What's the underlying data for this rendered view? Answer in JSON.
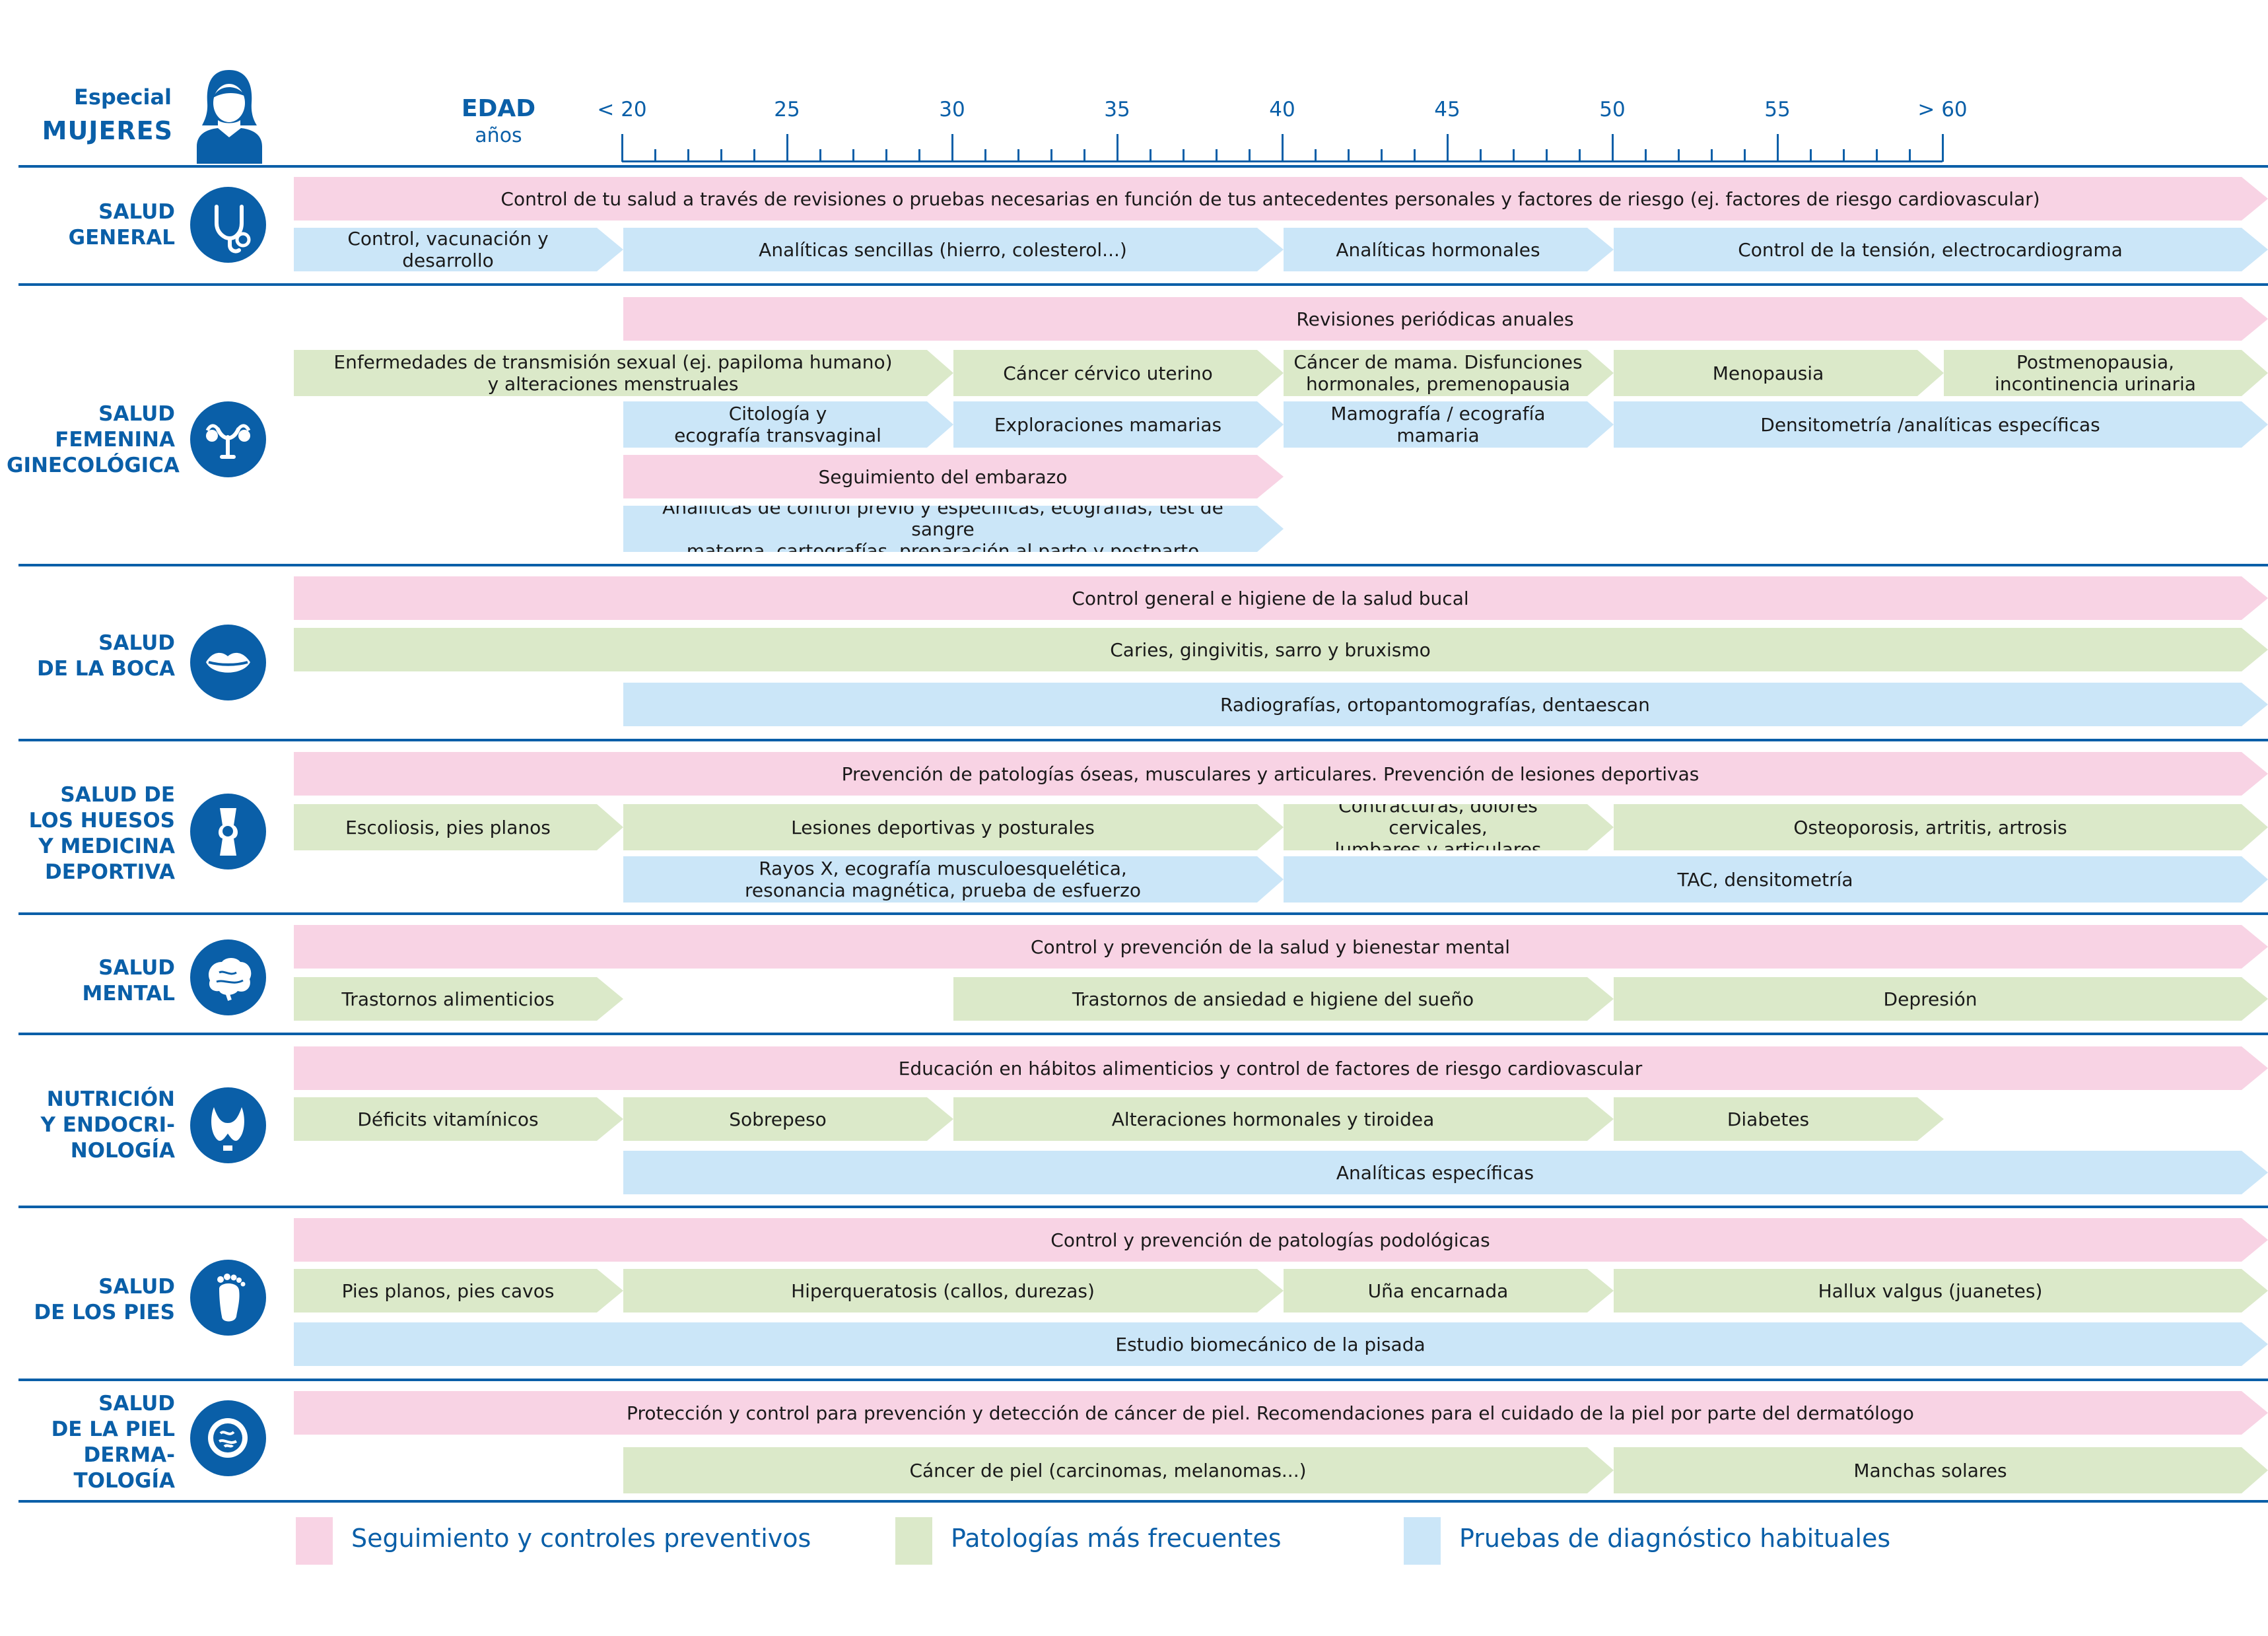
{
  "header": {
    "especial": "Especial",
    "mujeres": "MUJERES",
    "edad": "EDAD",
    "anos": "años",
    "woman_icon": "woman-avatar-icon",
    "ticks": [
      {
        "age": 20,
        "label": "< 20"
      },
      {
        "age": 25,
        "label": "25"
      },
      {
        "age": 30,
        "label": "30"
      },
      {
        "age": 35,
        "label": "35"
      },
      {
        "age": 40,
        "label": "40"
      },
      {
        "age": 45,
        "label": "45"
      },
      {
        "age": 50,
        "label": "50"
      },
      {
        "age": 55,
        "label": "55"
      },
      {
        "age": 60,
        "label": "> 60"
      }
    ]
  },
  "colors": {
    "pink": "#f8d3e4",
    "green": "#dbe9c9",
    "blue": "#cbe6f8",
    "accent": "#0a5fa8"
  },
  "legend": [
    {
      "color": "pink",
      "label": "Seguimiento y controles preventivos"
    },
    {
      "color": "green",
      "label": "Patologías más frecuentes"
    },
    {
      "color": "blue",
      "label": "Pruebas de diagnóstico habituales"
    }
  ],
  "sections": [
    {
      "id": "general",
      "label": "SALUD\nGENERAL",
      "icon": "stethoscope-icon",
      "rows": [
        [
          {
            "from": 15,
            "to": 75,
            "color": "pink",
            "text": "Control de tu salud a través de revisiones o pruebas necesarias en función de tus antecedentes personales y factores de riesgo (ej. factores de riesgo cardiovascular)"
          }
        ],
        [
          {
            "from": 15,
            "to": 20,
            "color": "blue",
            "text": "Control, vacunación y desarrollo"
          },
          {
            "from": 20,
            "to": 40,
            "color": "blue",
            "text": "Analíticas sencillas (hierro, colesterol...)"
          },
          {
            "from": 40,
            "to": 50,
            "color": "blue",
            "text": "Analíticas hormonales"
          },
          {
            "from": 50,
            "to": 75,
            "color": "blue",
            "text": "Control de la tensión, electrocardiograma"
          }
        ]
      ]
    },
    {
      "id": "femenina",
      "label": "SALUD\nFEMENINA\nGINECOLÓGICA",
      "icon": "uterus-icon",
      "rows": [
        [
          {
            "from": 20,
            "to": 75,
            "color": "pink",
            "text": "Revisiones periódicas anuales"
          }
        ],
        [
          {
            "from": 15,
            "to": 30,
            "color": "green",
            "text": "Enfermedades de transmisión sexual (ej. papiloma humano)\ny alteraciones menstruales"
          },
          {
            "from": 30,
            "to": 40,
            "color": "green",
            "text": "Cáncer cérvico uterino"
          },
          {
            "from": 40,
            "to": 50,
            "color": "green",
            "text": "Cáncer de mama. Disfunciones\nhormonales, premenopausia"
          },
          {
            "from": 50,
            "to": 60,
            "color": "green",
            "text": "Menopausia"
          },
          {
            "from": 60,
            "to": 75,
            "color": "green",
            "text": "Postmenopausia,\nincontinencia urinaria"
          }
        ],
        [
          {
            "from": 20,
            "to": 30,
            "color": "blue",
            "text": "Citología y\necografía transvaginal"
          },
          {
            "from": 30,
            "to": 40,
            "color": "blue",
            "text": "Exploraciones mamarias"
          },
          {
            "from": 40,
            "to": 50,
            "color": "blue",
            "text": "Mamografía / ecografía mamaria"
          },
          {
            "from": 50,
            "to": 75,
            "color": "blue",
            "text": "Densitometría /analíticas específicas"
          }
        ],
        [
          {
            "from": 20,
            "to": 40,
            "color": "pink",
            "text": "Seguimiento del embarazo"
          }
        ],
        [
          {
            "from": 20,
            "to": 40,
            "color": "blue",
            "text": "Analíticas de control previo y específicas, ecografías, test de sangre\nmaterna, cartografías, preparación al parto y postparto"
          }
        ]
      ]
    },
    {
      "id": "boca",
      "label": "SALUD\nDE LA BOCA",
      "icon": "lips-icon",
      "rows": [
        [
          {
            "from": 15,
            "to": 75,
            "color": "pink",
            "text": "Control general e higiene de la salud bucal"
          }
        ],
        [
          {
            "from": 15,
            "to": 75,
            "color": "green",
            "text": "Caries, gingivitis, sarro y bruxismo"
          }
        ],
        [
          {
            "from": 20,
            "to": 75,
            "color": "blue",
            "text": "Radiografías, ortopantomografías, dentaescan"
          }
        ]
      ]
    },
    {
      "id": "huesos",
      "label": "SALUD DE\nLOS HUESOS\nY MEDICINA\nDEPORTIVA",
      "icon": "knee-joint-icon",
      "rows": [
        [
          {
            "from": 15,
            "to": 75,
            "color": "pink",
            "text": "Prevención de patologías óseas, musculares y articulares. Prevención de lesiones deportivas"
          }
        ],
        [
          {
            "from": 15,
            "to": 20,
            "color": "green",
            "text": "Escoliosis, pies planos"
          },
          {
            "from": 20,
            "to": 40,
            "color": "green",
            "text": "Lesiones deportivas y posturales"
          },
          {
            "from": 40,
            "to": 50,
            "color": "green",
            "text": "Contracturas, dolores cervicales,\nlumbares y articulares"
          },
          {
            "from": 50,
            "to": 75,
            "color": "green",
            "text": "Osteoporosis, artritis, artrosis"
          }
        ],
        [
          {
            "from": 20,
            "to": 40,
            "color": "blue",
            "text": "Rayos X, ecografía musculoesquelética,\nresonancia magnética, prueba de esfuerzo"
          },
          {
            "from": 40,
            "to": 75,
            "color": "blue",
            "text": "TAC, densitometría"
          }
        ]
      ]
    },
    {
      "id": "mental",
      "label": "SALUD\nMENTAL",
      "icon": "brain-icon",
      "rows": [
        [
          {
            "from": 15,
            "to": 75,
            "color": "pink",
            "text": "Control y prevención de la salud y bienestar mental"
          }
        ],
        [
          {
            "from": 15,
            "to": 20,
            "color": "green",
            "text": "Trastornos alimenticios"
          },
          {
            "from": 30,
            "to": 50,
            "color": "green",
            "text": "Trastornos de ansiedad e higiene del sueño"
          },
          {
            "from": 50,
            "to": 75,
            "color": "green",
            "text": "Depresión"
          }
        ]
      ]
    },
    {
      "id": "nutricion",
      "label": "NUTRICIÓN\nY ENDOCRI-\nNOLOGÍA",
      "icon": "thyroid-icon",
      "rows": [
        [
          {
            "from": 15,
            "to": 75,
            "color": "pink",
            "text": "Educación en hábitos alimenticios y control de factores de riesgo cardiovascular"
          }
        ],
        [
          {
            "from": 15,
            "to": 20,
            "color": "green",
            "text": "Déficits vitamínicos"
          },
          {
            "from": 20,
            "to": 30,
            "color": "green",
            "text": "Sobrepeso"
          },
          {
            "from": 30,
            "to": 50,
            "color": "green",
            "text": "Alteraciones hormonales y tiroidea"
          },
          {
            "from": 50,
            "to": 60,
            "color": "green",
            "text": "Diabetes"
          }
        ],
        [
          {
            "from": 20,
            "to": 75,
            "color": "blue",
            "text": "Analíticas específicas"
          }
        ]
      ]
    },
    {
      "id": "pies",
      "label": "SALUD\nDE LOS PIES",
      "icon": "foot-icon",
      "rows": [
        [
          {
            "from": 15,
            "to": 75,
            "color": "pink",
            "text": "Control y prevención de patologías podológicas"
          }
        ],
        [
          {
            "from": 15,
            "to": 20,
            "color": "green",
            "text": "Pies planos, pies cavos"
          },
          {
            "from": 20,
            "to": 40,
            "color": "green",
            "text": "Hiperqueratosis (callos, durezas)"
          },
          {
            "from": 40,
            "to": 50,
            "color": "green",
            "text": "Uña encarnada"
          },
          {
            "from": 50,
            "to": 75,
            "color": "green",
            "text": "Hallux valgus (juanetes)"
          }
        ],
        [
          {
            "from": 15,
            "to": 75,
            "color": "blue",
            "text": "Estudio biomecánico de la pisada"
          }
        ]
      ]
    },
    {
      "id": "piel",
      "label": "SALUD\nDE LA PIEL\nDERMA-\nTOLOGÍA",
      "icon": "skin-cell-icon",
      "rows": [
        [
          {
            "from": 15,
            "to": 75,
            "color": "pink",
            "text": "Protección y control para prevención y detección de cáncer de piel. Recomendaciones para el cuidado de la piel por parte del dermatólogo"
          }
        ],
        [
          {
            "from": 20,
            "to": 50,
            "color": "green",
            "text": "Cáncer de piel (carcinomas, melanomas...)"
          },
          {
            "from": 50,
            "to": 75,
            "color": "green",
            "text": "Manchas solares"
          }
        ]
      ]
    }
  ]
}
